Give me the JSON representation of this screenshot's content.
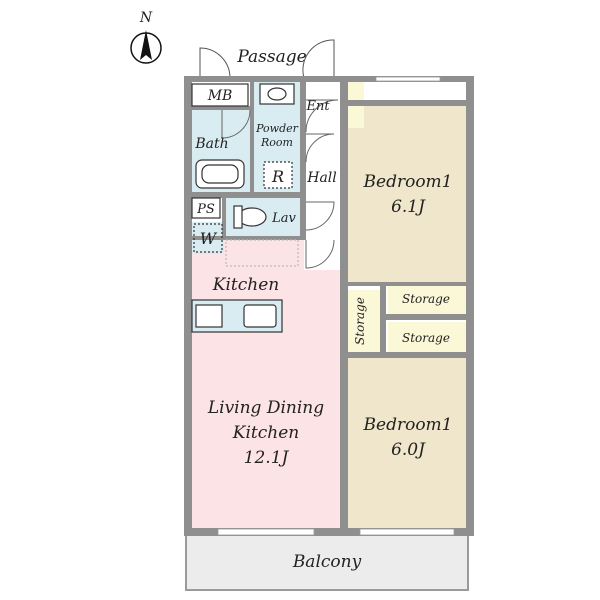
{
  "compass": {
    "label": "N"
  },
  "rooms": {
    "passage": "Passage",
    "mb": "MB",
    "ent": "Ent",
    "bath": "Bath",
    "powder_room_line1": "Powder",
    "powder_room_line2": "Room",
    "r": "R",
    "hall": "Hall",
    "ps": "PS",
    "lav": "Lav",
    "w": "W",
    "kitchen": "Kitchen",
    "bedroom_top_name": "Bedroom1",
    "bedroom_top_size": "6.1J",
    "storage_vertical": "Storage",
    "storage_top": "Storage",
    "storage_bottom": "Storage",
    "ldk_line1": "Living Dining",
    "ldk_line2": "Kitchen",
    "ldk_size": "12.1J",
    "bedroom_bottom_name": "Bedroom1",
    "bedroom_bottom_size": "6.0J",
    "balcony": "Balcony"
  },
  "colors": {
    "wall": "#8f8f8f",
    "ldk_fill": "#fbe3e6",
    "bedroom_fill": "#efe6cb",
    "wet_fill": "#d8ecf2",
    "storage_fill": "#fbf8d8",
    "balcony_fill": "#ececec"
  }
}
